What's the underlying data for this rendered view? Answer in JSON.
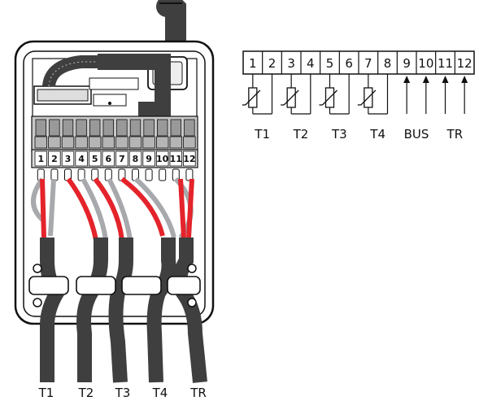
{
  "device": {
    "terminals": [
      "1",
      "2",
      "3",
      "4",
      "5",
      "6",
      "7",
      "8",
      "9",
      "10",
      "11",
      "12"
    ],
    "cable_labels": [
      "T1",
      "T2",
      "T3",
      "T4",
      "TR"
    ]
  },
  "schematic": {
    "terminals": [
      "1",
      "2",
      "3",
      "4",
      "5",
      "6",
      "7",
      "8",
      "9",
      "10",
      "11",
      "12"
    ],
    "group_labels": [
      "T1",
      "T2",
      "T3",
      "T4",
      "BUS",
      "TR"
    ]
  },
  "colors": {
    "wire_red": "#e4232b",
    "wire_grey": "#a7a9ac",
    "cable": "#3f3f3f",
    "terminal_grey": "#c8c8c8"
  }
}
